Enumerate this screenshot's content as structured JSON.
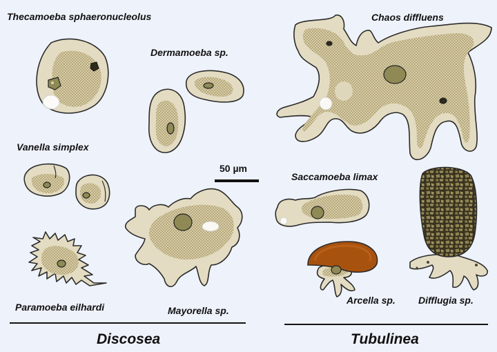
{
  "labels": {
    "thecamoeba": "Thecamoeba sphaeronucleolus",
    "dermamoeba": "Dermamoeba sp.",
    "vanella": "Vanella simplex",
    "paramoeba": "Paramoeba eilhardi",
    "mayorella": "Mayorella sp.",
    "chaos": "Chaos diffluens",
    "saccamoeba": "Saccamoeba limax",
    "arcella": "Arcella sp.",
    "difflugia": "Difflugia sp."
  },
  "groups": {
    "left": "Discosea",
    "right": "Tubulinea"
  },
  "scale_bar": {
    "label": "50 µm"
  },
  "colors": {
    "background": "#eef2fb",
    "cytoplasm": "#e3dcc2",
    "endoplasm_dots": "#9c8c5c",
    "nucleus": "#8f8a55",
    "arcella_test": "#a8520f",
    "difflugia_test": "#8c7f4e",
    "outline": "#2a2a2a"
  }
}
